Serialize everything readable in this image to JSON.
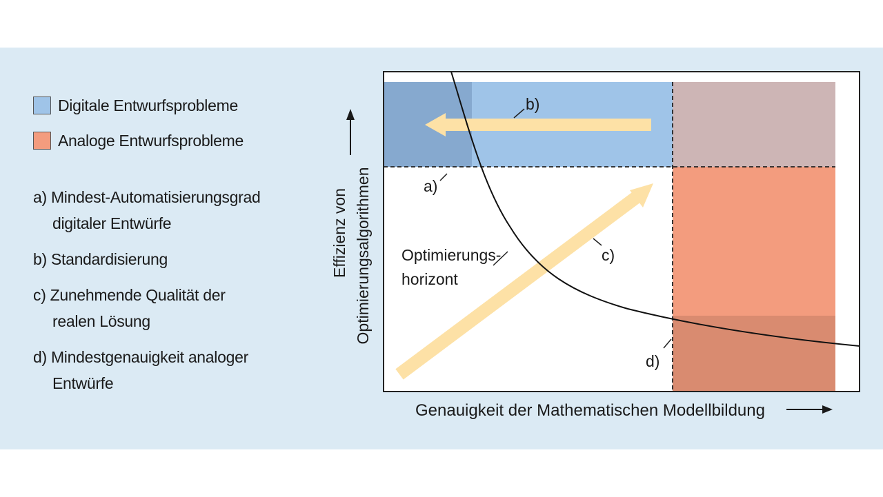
{
  "legend": {
    "digital": {
      "label": "Digitale Entwurfsprobleme",
      "color": "#9fc4e8"
    },
    "analog": {
      "label": "Analoge Entwurfsprobleme",
      "color": "#f39c7e"
    }
  },
  "notes": [
    {
      "line1": "a) Mindest-Automatisierungsgrad",
      "line2": "digitaler Entwürfe"
    },
    {
      "line1": "b) Standardisierung",
      "line2": ""
    },
    {
      "line1": "c) Zunehmende Qualität der",
      "line2": "realen Lösung"
    },
    {
      "line1": "d) Mindestgenauigkeit analoger",
      "line2": "Entwürfe"
    }
  ],
  "diagram": {
    "x_axis_label": "Genauigkeit der Mathematischen Modellbildung",
    "y_axis_label_line1": "Effizienz von",
    "y_axis_label_line2": "Optimierungsalgorithmen",
    "curve_label_line1": "Optimierungs-",
    "curve_label_line2": "horizont",
    "marker_a": "a)",
    "marker_b": "b)",
    "marker_c": "c)",
    "marker_d": "d)",
    "colors": {
      "digital_region": "#9fc4e8",
      "digital_overlap": "#86a9cf",
      "analog_region": "#f39c7e",
      "analog_overlap": "#d98b70",
      "mixed_region": "#cdb5b5",
      "arrow": "#fde1a6",
      "axis_arrow": "#1a1a1a"
    }
  }
}
